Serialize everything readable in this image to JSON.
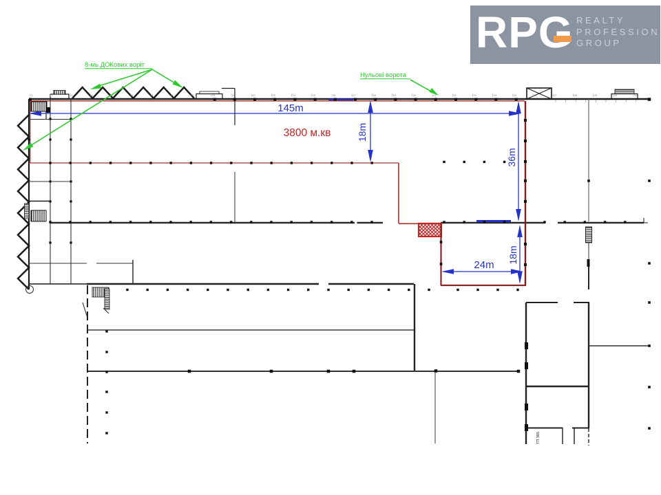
{
  "logo": {
    "brand": "RPG",
    "tagline_lines": [
      "REALTY",
      "PROFESSION",
      "GROUP"
    ],
    "bg_color": "#8c94a2",
    "brand_color": "#ffffff",
    "tagline_color": "#ccd1d8",
    "accent_color": "#f09a4a"
  },
  "plan": {
    "area_label": "3800 м.кв",
    "dock_gates_label": "8-мь ДОКових воріт",
    "zero_gate_label": "Нульові ворота",
    "transformer_label": "ТП 385",
    "dimensions": {
      "width_top": "145m",
      "depth_top": "18m",
      "depth_right": "36m",
      "annex_depth": "18m",
      "annex_width": "24m"
    },
    "colors": {
      "walls": "#1c1c1c",
      "highlight": "#a43030",
      "highlight_dark": "#7a2020",
      "dimensions": "#2633c8",
      "annotations": "#2fc82f",
      "hatch": "#c22626"
    },
    "grid_numbers": [
      "1",
      "2",
      "3",
      "4",
      "5",
      "6",
      "7",
      "8",
      "9",
      "10",
      "11",
      "12",
      "13",
      "14",
      "15",
      "16",
      "17",
      "18",
      "19",
      "20",
      "21",
      "22",
      "23",
      "24",
      "25",
      "26",
      "27",
      "28",
      "29",
      "30",
      "31"
    ]
  }
}
